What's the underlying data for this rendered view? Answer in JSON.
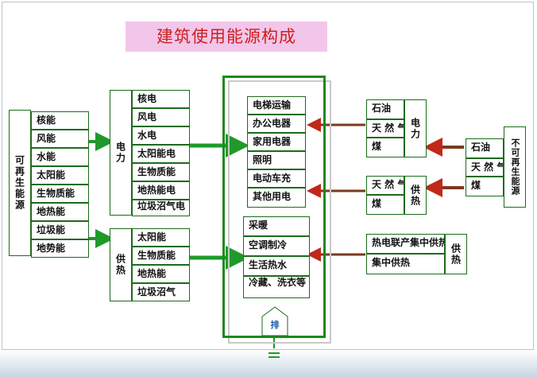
{
  "title": "建筑使用能源构成",
  "renewable": {
    "label": "可再生能源",
    "items": [
      "核能",
      "风能",
      "水能",
      "太阳能",
      "生物质能",
      "地热能",
      "垃圾能",
      "地势能"
    ]
  },
  "electricity": {
    "label": "电力",
    "items": [
      "核电",
      "风电",
      "水电",
      "太阳能电",
      "生物质能",
      "地热能电",
      "垃圾沼气电"
    ]
  },
  "heating": {
    "label": "供热",
    "items": [
      "太阳能",
      "生物质能",
      "地热能",
      "垃圾沼气"
    ]
  },
  "electric_uses": [
    "电梯运输",
    "办公电器",
    "家用电器",
    "照明",
    "电动车充",
    "其他用电"
  ],
  "heat_uses": [
    "采暖",
    "空调制冷",
    "生活热水",
    "冷藏、洗衣等"
  ],
  "exhaust": "排",
  "nonrenewable": {
    "label": "不可再生能源",
    "items": [
      "石油",
      "天 然 气",
      "煤"
    ]
  },
  "power_from_fossil": {
    "label": "电力",
    "items": [
      "石油",
      "天 然 气",
      "煤"
    ]
  },
  "heat_from_fossil": {
    "label": "供热",
    "items": [
      "天 然 气",
      "煤"
    ]
  },
  "chp": {
    "label": "供热",
    "items": [
      "热电联产集中供热",
      "集中供热"
    ]
  }
}
